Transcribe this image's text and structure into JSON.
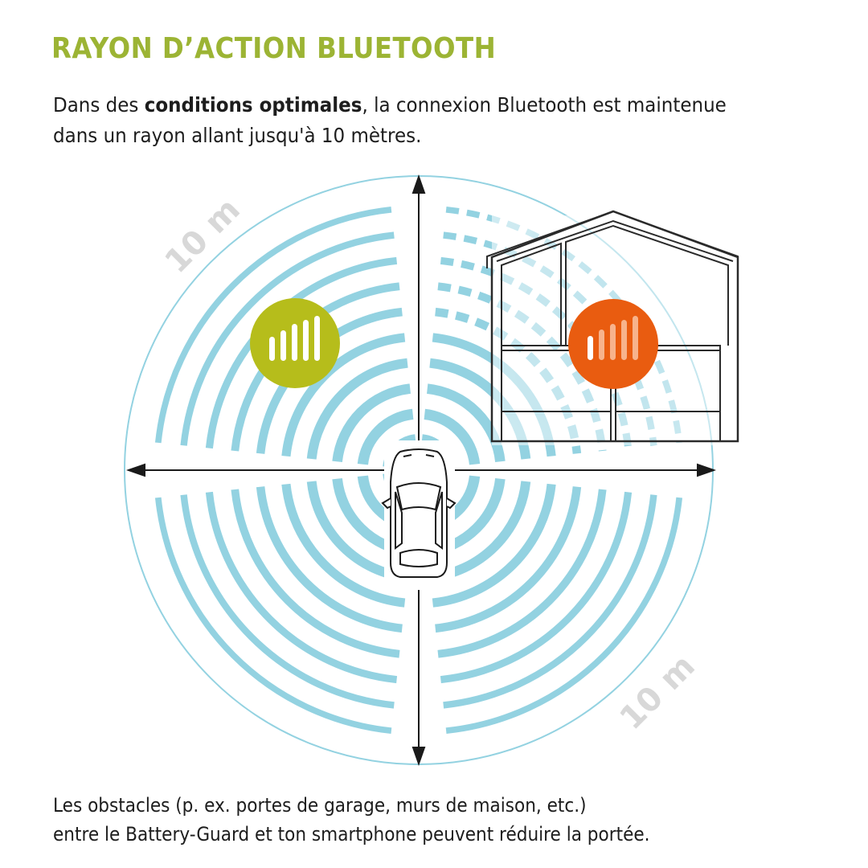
{
  "title": "RAYON D’ACTION BLUETOOTH",
  "intro": {
    "part1": "Dans des ",
    "bold": "conditions optimales",
    "part2": ", la connexion Bluetooth est maintenue",
    "line2": "dans un rayon allant jusqu'à 10 mètres."
  },
  "diagram": {
    "range_label_top": "10 m",
    "range_label_bottom": "10 m",
    "icons": {
      "strong_signal": "signal-bars-icon",
      "weak_signal": "signal-bars-icon",
      "vehicle": "car-icon",
      "building": "house-icon"
    },
    "colors": {
      "wave": "#93d2e1",
      "strong_signal": "#b6bd1b",
      "weak_signal": "#e95c10",
      "title": "#9cb434"
    }
  },
  "footer": {
    "line1": "Les obstacles (p. ex. portes de garage, murs de maison, etc.)",
    "line2": "entre le Battery-Guard et ton smartphone peuvent réduire la portée."
  }
}
